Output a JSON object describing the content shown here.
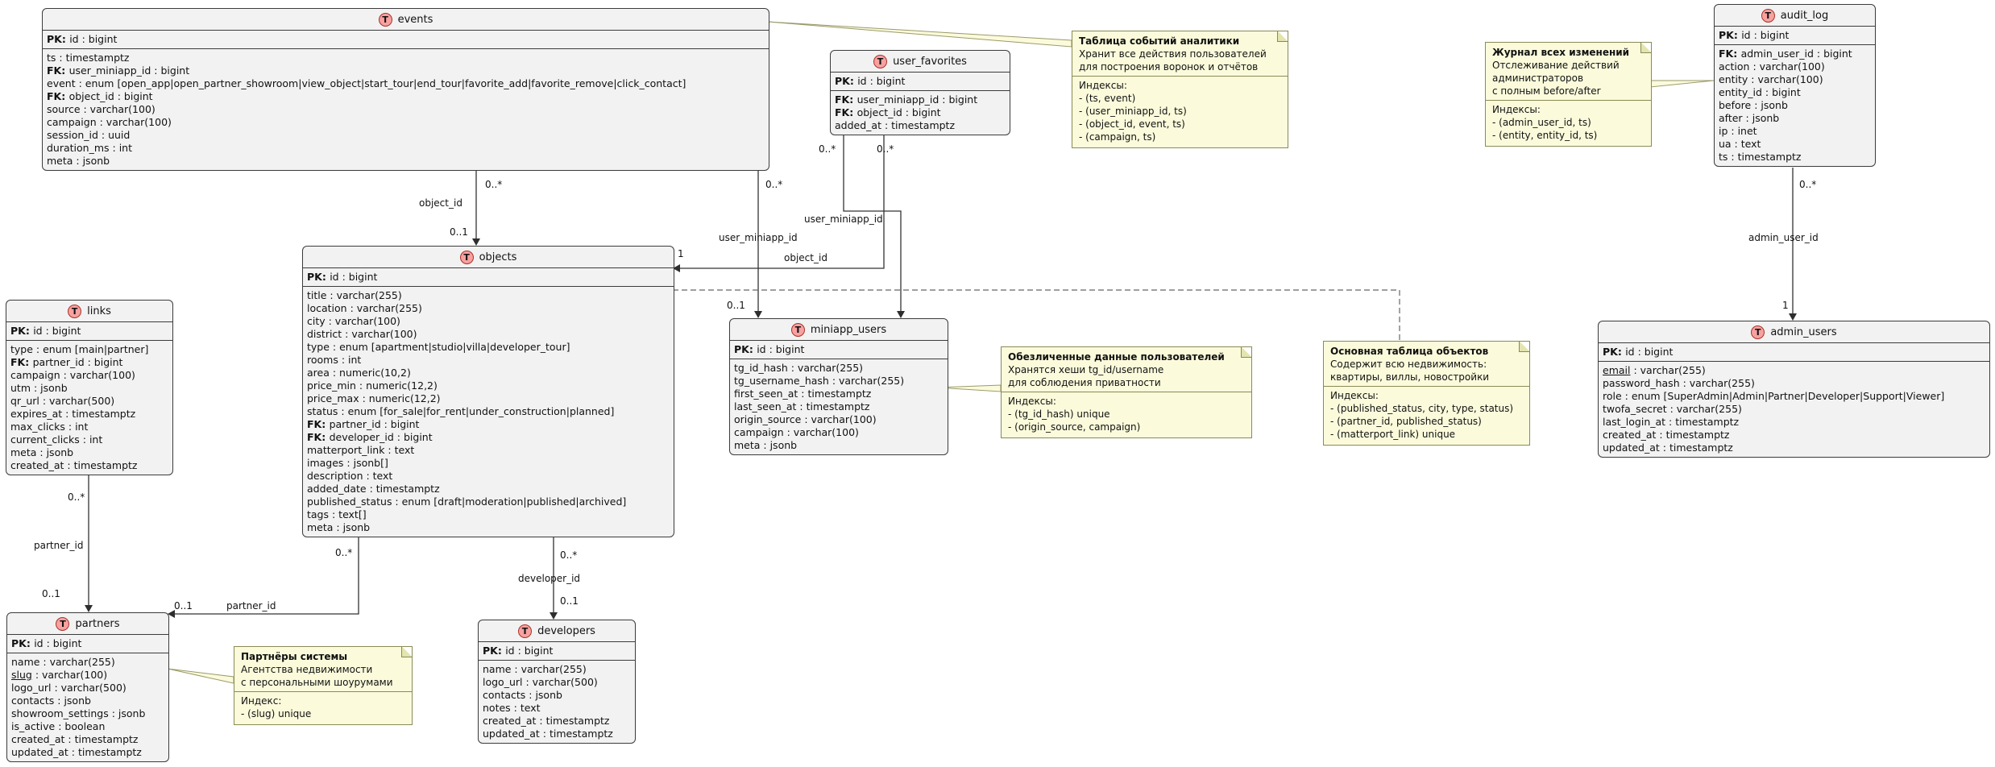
{
  "icons": {
    "table_letter": "T"
  },
  "colors": {
    "table_fill": "#F2F2F2",
    "note_fill": "#FBFBDC",
    "icon_fill": "#F7A1A1",
    "icon_ring": "#A93226",
    "border": "#3b3b3b"
  },
  "tables": {
    "events": {
      "title": "events",
      "pk": [
        {
          "k": "PK:",
          "t": "id : bigint"
        }
      ],
      "fields": [
        {
          "t": "ts : timestamptz"
        },
        {
          "k": "FK:",
          "t": "user_miniapp_id : bigint"
        },
        {
          "t": "event : enum [open_app|open_partner_showroom|view_object|start_tour|end_tour|favorite_add|favorite_remove|click_contact]"
        },
        {
          "k": "FK:",
          "t": "object_id : bigint"
        },
        {
          "t": "source : varchar(100)"
        },
        {
          "t": "campaign : varchar(100)"
        },
        {
          "t": "session_id : uuid"
        },
        {
          "t": "duration_ms : int"
        },
        {
          "t": "meta : jsonb"
        }
      ]
    },
    "user_favorites": {
      "title": "user_favorites",
      "pk": [
        {
          "k": "PK:",
          "t": "id : bigint"
        }
      ],
      "fields": [
        {
          "k": "FK:",
          "t": "user_miniapp_id : bigint"
        },
        {
          "k": "FK:",
          "t": "object_id : bigint"
        },
        {
          "t": "added_at : timestamptz"
        }
      ]
    },
    "audit_log": {
      "title": "audit_log",
      "pk": [
        {
          "k": "PK:",
          "t": "id : bigint"
        }
      ],
      "fields": [
        {
          "k": "FK:",
          "t": "admin_user_id : bigint"
        },
        {
          "t": "action : varchar(100)"
        },
        {
          "t": "entity : varchar(100)"
        },
        {
          "t": "entity_id : bigint"
        },
        {
          "t": "before : jsonb"
        },
        {
          "t": "after : jsonb"
        },
        {
          "t": "ip : inet"
        },
        {
          "t": "ua : text"
        },
        {
          "t": "ts : timestamptz"
        }
      ]
    },
    "objects": {
      "title": "objects",
      "pk": [
        {
          "k": "PK:",
          "t": "id : bigint"
        }
      ],
      "fields": [
        {
          "t": "title : varchar(255)"
        },
        {
          "t": "location : varchar(255)"
        },
        {
          "t": "city : varchar(100)"
        },
        {
          "t": "district : varchar(100)"
        },
        {
          "t": "type : enum [apartment|studio|villa|developer_tour]"
        },
        {
          "t": "rooms : int"
        },
        {
          "t": "area : numeric(10,2)"
        },
        {
          "t": "price_min : numeric(12,2)"
        },
        {
          "t": "price_max : numeric(12,2)"
        },
        {
          "t": "status : enum [for_sale|for_rent|under_construction|planned]"
        },
        {
          "k": "FK:",
          "t": "partner_id : bigint"
        },
        {
          "k": "FK:",
          "t": "developer_id : bigint"
        },
        {
          "t": "matterport_link : text"
        },
        {
          "t": "images : jsonb[]"
        },
        {
          "t": "description : text"
        },
        {
          "t": "added_date : timestamptz"
        },
        {
          "t": "published_status : enum [draft|moderation|published|archived]"
        },
        {
          "t": "tags : text[]"
        },
        {
          "t": "meta : jsonb"
        }
      ]
    },
    "miniapp_users": {
      "title": "miniapp_users",
      "pk": [
        {
          "k": "PK:",
          "t": "id : bigint"
        }
      ],
      "fields": [
        {
          "t": "tg_id_hash : varchar(255)"
        },
        {
          "t": "tg_username_hash : varchar(255)"
        },
        {
          "t": "first_seen_at : timestamptz"
        },
        {
          "t": "last_seen_at : timestamptz"
        },
        {
          "t": "origin_source : varchar(100)"
        },
        {
          "t": "campaign : varchar(100)"
        },
        {
          "t": "meta : jsonb"
        }
      ]
    },
    "links": {
      "title": "links",
      "pk": [
        {
          "k": "PK:",
          "t": "id : bigint"
        }
      ],
      "fields": [
        {
          "t": "type : enum [main|partner]"
        },
        {
          "k": "FK:",
          "t": "partner_id : bigint"
        },
        {
          "t": "campaign : varchar(100)"
        },
        {
          "t": "utm : jsonb"
        },
        {
          "t": "qr_url : varchar(500)"
        },
        {
          "t": "expires_at : timestamptz"
        },
        {
          "t": "max_clicks : int"
        },
        {
          "t": "current_clicks : int"
        },
        {
          "t": "meta : jsonb"
        },
        {
          "t": "created_at : timestamptz"
        }
      ]
    },
    "partners": {
      "title": "partners",
      "pk": [
        {
          "k": "PK:",
          "t": "id : bigint"
        }
      ],
      "fields": [
        {
          "t": "name : varchar(255)"
        },
        {
          "u": "slug",
          "t": " : varchar(100)"
        },
        {
          "t": "logo_url : varchar(500)"
        },
        {
          "t": "contacts : jsonb"
        },
        {
          "t": "showroom_settings : jsonb"
        },
        {
          "t": "is_active : boolean"
        },
        {
          "t": "created_at : timestamptz"
        },
        {
          "t": "updated_at : timestamptz"
        }
      ]
    },
    "developers": {
      "title": "developers",
      "pk": [
        {
          "k": "PK:",
          "t": "id : bigint"
        }
      ],
      "fields": [
        {
          "t": "name : varchar(255)"
        },
        {
          "t": "logo_url : varchar(500)"
        },
        {
          "t": "contacts : jsonb"
        },
        {
          "t": "notes : text"
        },
        {
          "t": "created_at : timestamptz"
        },
        {
          "t": "updated_at : timestamptz"
        }
      ]
    },
    "admin_users": {
      "title": "admin_users",
      "pk": [
        {
          "k": "PK:",
          "t": "id : bigint"
        }
      ],
      "fields": [
        {
          "u": "email",
          "t": " : varchar(255)"
        },
        {
          "t": "password_hash : varchar(255)"
        },
        {
          "t": "role : enum [SuperAdmin|Admin|Partner|Developer|Support|Viewer]"
        },
        {
          "t": "twofa_secret : varchar(255)"
        },
        {
          "t": "last_login_at : timestamptz"
        },
        {
          "t": "created_at : timestamptz"
        },
        {
          "t": "updated_at : timestamptz"
        }
      ]
    }
  },
  "notes": {
    "events_note": {
      "title": "Таблица событий аналитики",
      "desc": [
        "Хранит все действия пользователей",
        "для построения воронок и отчётов"
      ],
      "idx": [
        "Индексы:",
        "- (ts, event)",
        "- (user_miniapp_id, ts)",
        "- (object_id, event, ts)",
        "- (campaign, ts)"
      ]
    },
    "audit_note": {
      "title": "Журнал всех изменений",
      "desc": [
        "Отслеживание действий",
        "администраторов",
        "с полным before/after"
      ],
      "idx": [
        "Индексы:",
        "- (admin_user_id, ts)",
        "- (entity, entity_id, ts)"
      ]
    },
    "users_note": {
      "title": "Обезличенные данные пользователей",
      "desc": [
        "Хранятся хеши tg_id/username",
        "для соблюдения приватности"
      ],
      "idx": [
        "Индексы:",
        "- (tg_id_hash) unique",
        "- (origin_source, campaign)"
      ]
    },
    "objects_note": {
      "title": "Основная таблица объектов",
      "desc": [
        "Содержит всю недвижимость:",
        "квартиры, виллы, новостройки"
      ],
      "idx": [
        "Индексы:",
        "- (published_status, city, type, status)",
        "- (partner_id, published_status)",
        "- (matterport_link) unique"
      ]
    },
    "partners_note": {
      "title": "Партнёры системы",
      "desc": [
        "Агентства недвижимости",
        "с персональными шоурумами"
      ],
      "idx": [
        "Индекс:",
        "- (slug) unique"
      ]
    }
  },
  "edge_labels": [
    "0..*",
    "object_id",
    "0..1",
    "0..*",
    "user_miniapp_id",
    "0..1",
    "0..*",
    "0..*",
    "user_miniapp_id",
    "object_id",
    "1",
    "0..*",
    "admin_user_id",
    "1",
    "0..*",
    "partner_id",
    "0..1",
    "0..*",
    "developer_id",
    "0..1",
    "0..*",
    "partner_id",
    "0..1"
  ]
}
